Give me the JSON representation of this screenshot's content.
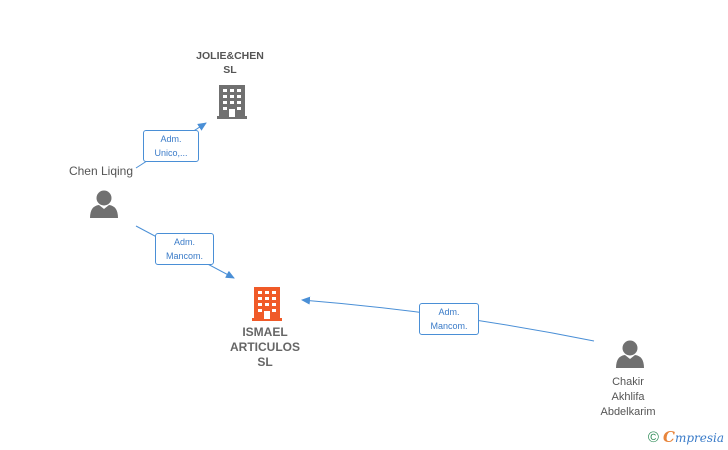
{
  "nodes": {
    "jolie": {
      "line1": "JOLIE&CHEN",
      "line2": "SL",
      "icon": "building-icon",
      "color": "#707070"
    },
    "ismael": {
      "line1": "ISMAEL",
      "line2": "ARTICULOS",
      "line3": "SL",
      "icon": "building-icon",
      "color": "#f05a28"
    },
    "chen": {
      "name": "Chen Liqing",
      "icon": "person-icon",
      "color": "#707070"
    },
    "chakir": {
      "line1": "Chakir",
      "line2": "Akhlifa",
      "line3": "Abdelkarim",
      "icon": "person-icon",
      "color": "#707070"
    }
  },
  "edges": {
    "chen_jolie": {
      "line1": "Adm.",
      "line2": "Unico,..."
    },
    "chen_ismael": {
      "line1": "Adm.",
      "line2": "Mancom."
    },
    "chakir_ismael": {
      "line1": "Adm.",
      "line2": "Mancom."
    }
  },
  "brand": {
    "copyright": "©",
    "first_letter": "C",
    "rest": "mpresia"
  },
  "edge_color": "#4a8fd6"
}
